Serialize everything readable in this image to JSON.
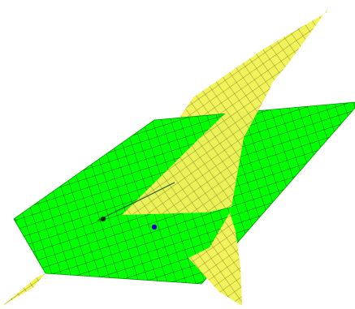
{
  "figure": {
    "kind": "3d-surface-rendering",
    "surfaces": [
      {
        "id": "plane",
        "fill": "#00ff00",
        "mesh": "#004d00"
      },
      {
        "id": "curved-surface",
        "fill": "#f2f25a",
        "mesh": "#6b6b1e"
      }
    ],
    "markers": [
      {
        "id": "point",
        "color": "#0000cc"
      },
      {
        "id": "singular-point",
        "color": "#003300"
      }
    ],
    "background": "#ffffff"
  }
}
